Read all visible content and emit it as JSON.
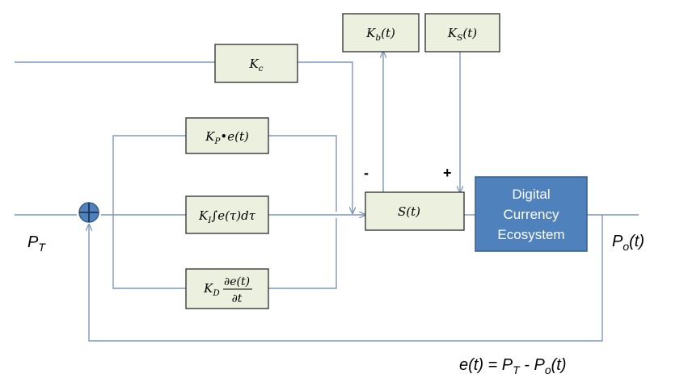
{
  "blocks": {
    "kb": {
      "main": "K",
      "sub": "b",
      "rest": "(t)"
    },
    "ks": {
      "main": "K",
      "sub": "S",
      "rest": "(t)"
    },
    "kc": {
      "main": "K",
      "sub": "c"
    },
    "kp": {
      "main": "K",
      "sub": "P",
      "rest": "•e(t)"
    },
    "ki": {
      "main": "K",
      "sub": "I",
      "rest": "∫e(τ)dτ"
    },
    "kd": {
      "main": "K",
      "sub": "D",
      "num": "∂e(t)",
      "den": "∂t"
    },
    "s": {
      "label": "S(t)"
    },
    "ecosystem": {
      "line1": "Digital",
      "line2": "Currency",
      "line3": "Ecosystem"
    }
  },
  "signals": {
    "pt": {
      "main": "P",
      "sub": "T"
    },
    "po": {
      "main": "P",
      "sub": "o",
      "rest": "(t)"
    },
    "minus": "-",
    "plus": "+",
    "error": {
      "a": "e(t) = P",
      "a_sub": "T",
      "b": " - P",
      "b_sub": "o",
      "c": "(t)"
    }
  },
  "colors": {
    "block_fill": "#ebf1de",
    "ecosystem_fill": "#4f81bd",
    "line": "#7f96bc",
    "summing_junction": "#4f81bd"
  }
}
